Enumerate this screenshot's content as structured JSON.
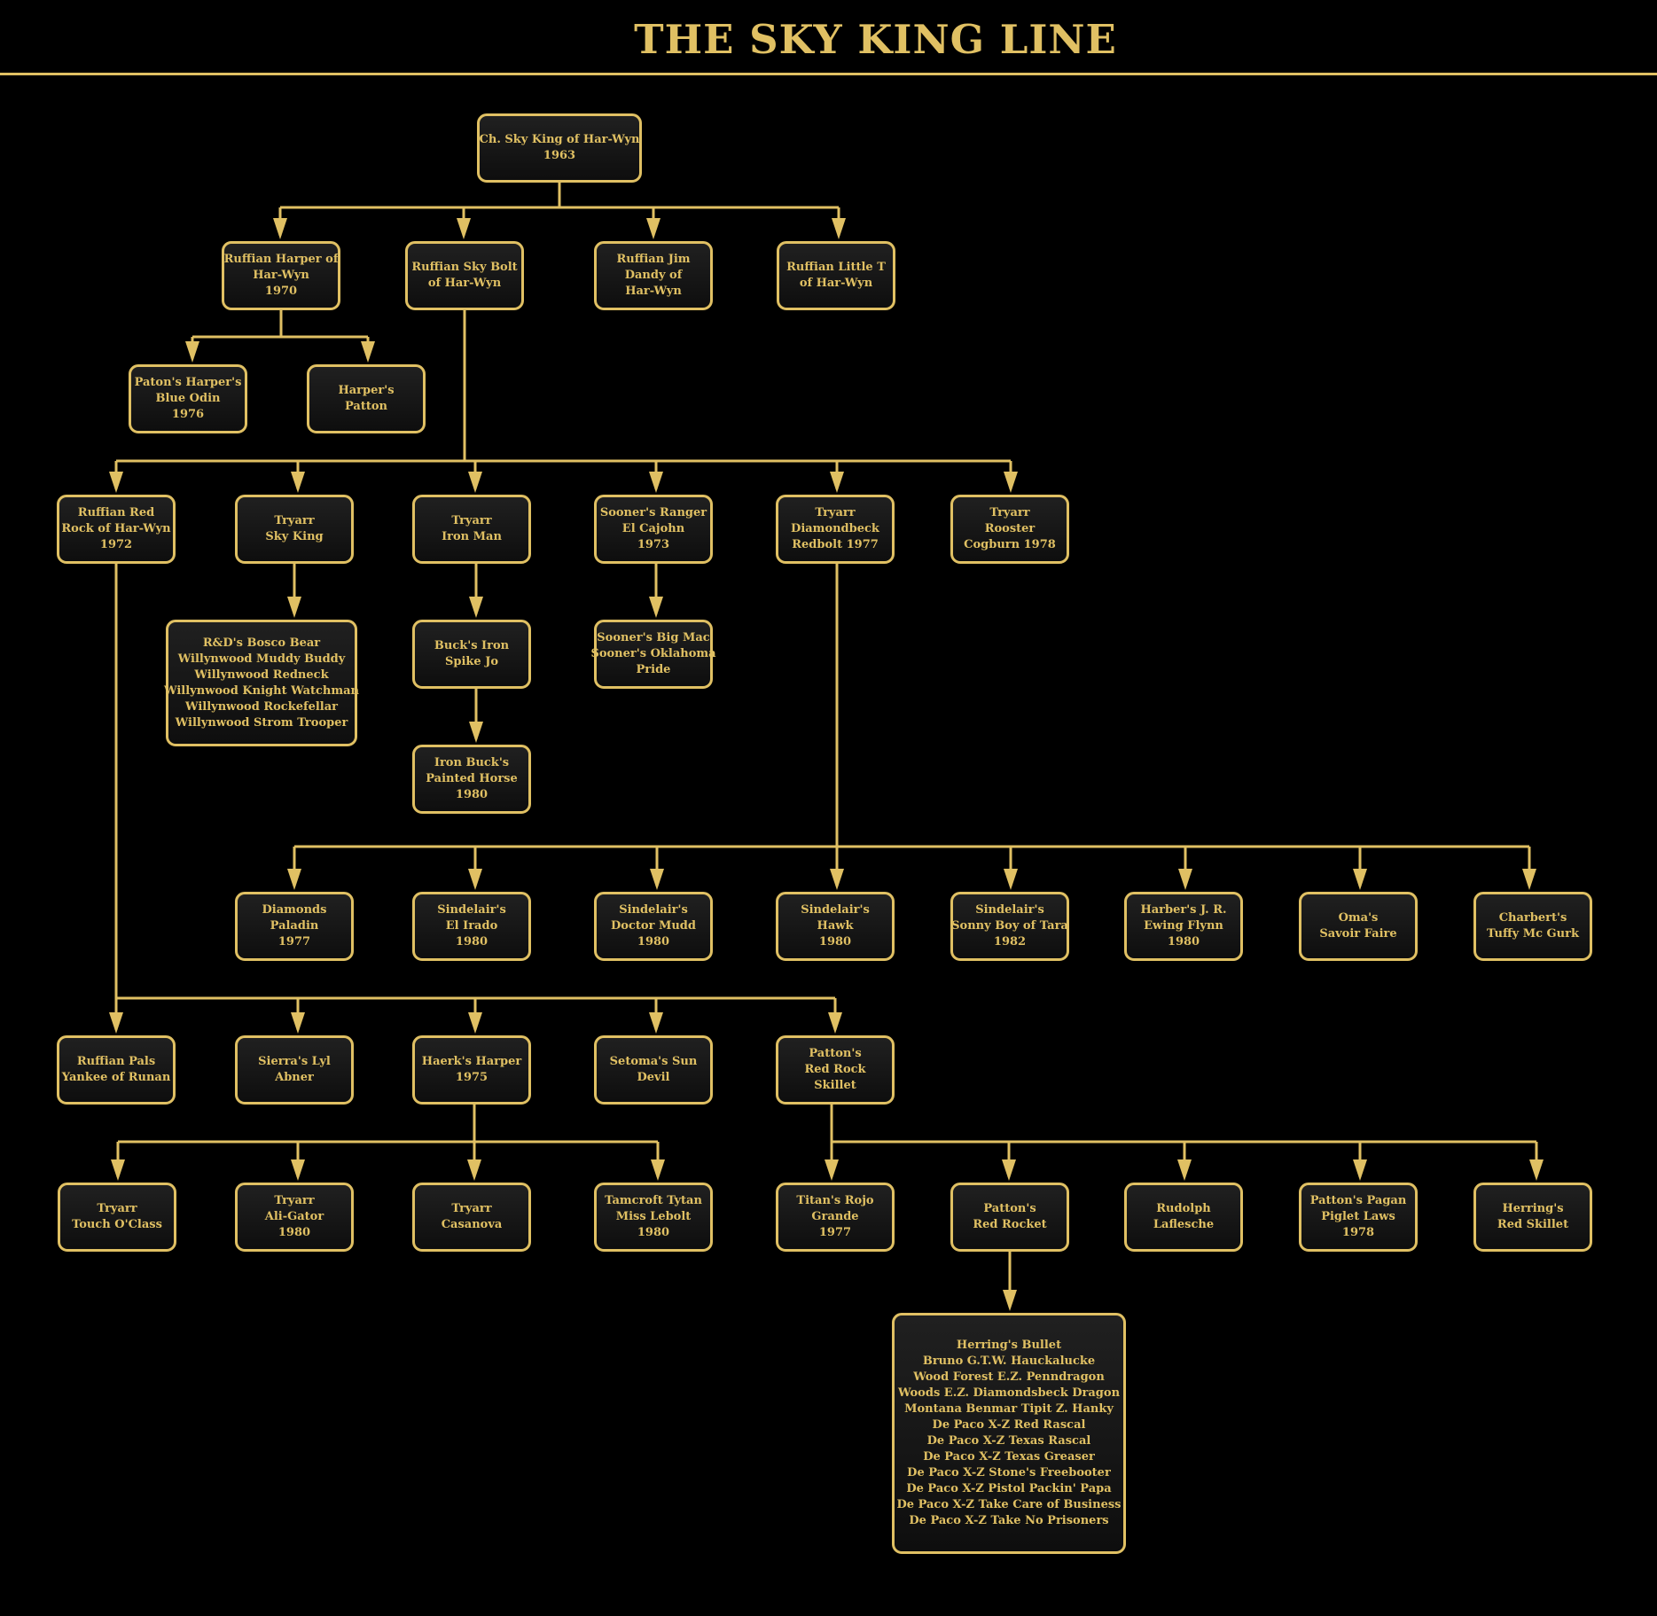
{
  "title": "THE SKY KING LINE",
  "colors": {
    "accent": "#e0c063",
    "background": "#000000",
    "box_fill": "#151515"
  },
  "nodes": {
    "skyking": [
      "Ch. Sky King of Har-Wyn",
      "1963"
    ],
    "harper": [
      "Ruffian Harper of",
      "Har-Wyn",
      "1970"
    ],
    "skybolt": [
      "Ruffian Sky Bolt",
      "of Har-Wyn"
    ],
    "jim": [
      "Ruffian Jim",
      "Dandy of",
      "Har-Wyn"
    ],
    "littlet": [
      "Ruffian Little T",
      "of Har-Wyn"
    ],
    "odin": [
      "Paton's Harper's",
      "Blue Odin",
      "1976"
    ],
    "hpatton": [
      "Harper's",
      "Patton"
    ],
    "redrock": [
      "Ruffian Red",
      "Rock of Har-Wyn",
      "1972"
    ],
    "tryskyking": [
      "Tryarr",
      "Sky King"
    ],
    "ironman": [
      "Tryarr",
      "Iron Man"
    ],
    "sooner": [
      "Sooner's Ranger",
      "El Cajohn",
      "1973"
    ],
    "diamondbeck": [
      "Tryarr",
      "Diamondbeck",
      "Redbolt 1977"
    ],
    "rooster": [
      "Tryarr",
      "Rooster",
      "Cogburn 1978"
    ],
    "bosco": [
      "R&D's Bosco Bear",
      "Willynwood Muddy Buddy",
      "Willynwood Redneck",
      "Willynwood Knight Watchman",
      "Willynwood Rockefellar",
      "Willynwood Strom Trooper"
    ],
    "bucksiron": [
      "Buck's Iron",
      "Spike Jo"
    ],
    "bigmac": [
      "Sooner's Big Mac",
      "Sooner's Oklahoma",
      "Pride"
    ],
    "ironbuck": [
      "Iron Buck's",
      "Painted Horse",
      "1980"
    ],
    "paladin": [
      "Diamonds",
      "Paladin",
      "1977"
    ],
    "elirado": [
      "Sindelair's",
      "El Irado",
      "1980"
    ],
    "doctormudd": [
      "Sindelair's",
      "Doctor Mudd",
      "1980"
    ],
    "hawk": [
      "Sindelair's",
      "Hawk",
      "1980"
    ],
    "sonnyboy": [
      "Sindelair's",
      "Sonny Boy of Tara",
      "1982"
    ],
    "jrewing": [
      "Harber's J. R.",
      "Ewing Flynn",
      "1980"
    ],
    "savoir": [
      "Oma's",
      "Savoir Faire"
    ],
    "tuffy": [
      "Charbert's",
      "Tuffy Mc Gurk"
    ],
    "pals": [
      "Ruffian Pals",
      "Yankee of Runan"
    ],
    "lyl": [
      "Sierra's Lyl",
      "Abner"
    ],
    "haerk": [
      "Haerk's Harper",
      "1975"
    ],
    "setoma": [
      "Setoma's Sun",
      "Devil"
    ],
    "skillet": [
      "Patton's",
      "Red Rock",
      "Skillet"
    ],
    "touch": [
      "Tryarr",
      "Touch O'Class"
    ],
    "aligator": [
      "Tryarr",
      "Ali-Gator",
      "1980"
    ],
    "casanova": [
      "Tryarr",
      "Casanova"
    ],
    "tamcroft": [
      "Tamcroft Tytan",
      "Miss Lebolt",
      "1980"
    ],
    "titan": [
      "Titan's Rojo",
      "Grande",
      "1977"
    ],
    "redrocket": [
      "Patton's",
      "Red Rocket"
    ],
    "rudolph": [
      "Rudolph",
      "Laflesche"
    ],
    "pagan": [
      "Patton's Pagan",
      "Piglet Laws",
      "1978"
    ],
    "herringskillet": [
      "Herring's",
      "Red Skillet"
    ],
    "bullet": [
      "Herring's Bullet",
      "Bruno G.T.W. Hauckalucke",
      "Wood Forest E.Z. Penndragon",
      "Woods E.Z. Diamondsbeck Dragon",
      "Montana Benmar Tipit Z. Hanky",
      "De Paco X-Z Red Rascal",
      "De Paco X-Z Texas Rascal",
      "De Paco X-Z Texas Greaser",
      "De Paco X-Z Stone's Freebooter",
      "De Paco X-Z Pistol Packin' Papa",
      "De Paco X-Z Take Care of Business",
      "De Paco X-Z Take No Prisoners"
    ]
  }
}
